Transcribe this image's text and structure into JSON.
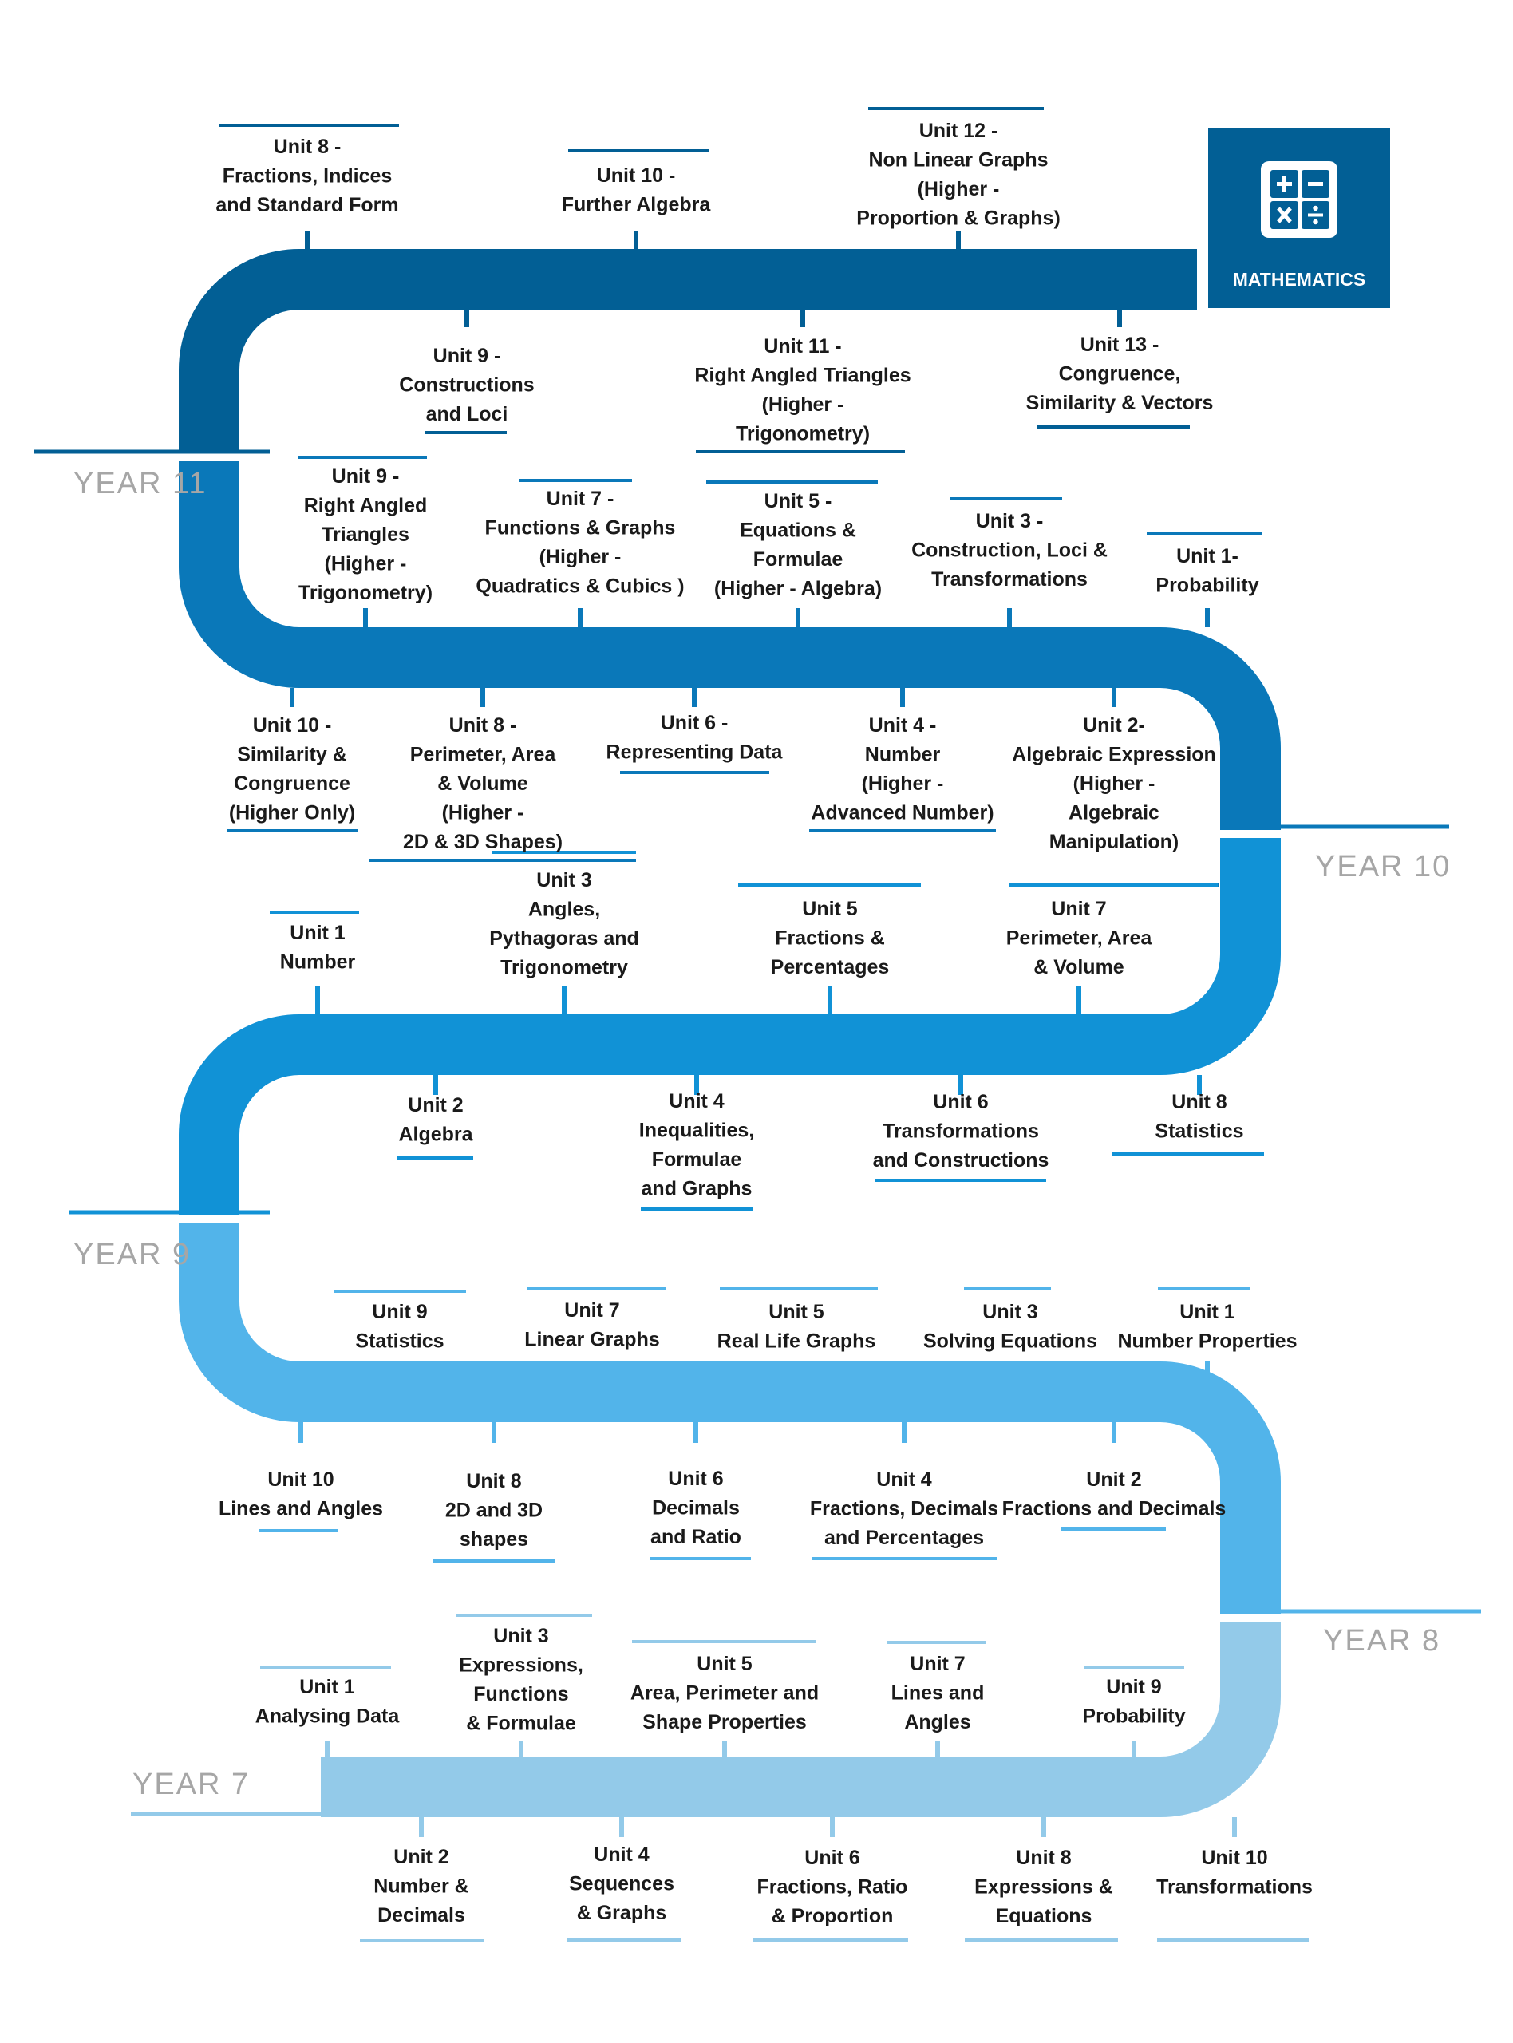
{
  "badge": {
    "label": "MATHEMATICS",
    "icon": "calculator-icon"
  },
  "colors": {
    "y11": "#025f95",
    "y10": "#0a78b9",
    "y9": "#1192d6",
    "y8": "#52b4ea",
    "y7": "#93cae9",
    "year_label": "#a6a6a6",
    "text": "#1a1a1a",
    "badge_bg": "#025f95"
  },
  "years": [
    {
      "id": "y11",
      "label": "YEAR 11"
    },
    {
      "id": "y10",
      "label": "YEAR 10"
    },
    {
      "id": "y9",
      "label": "YEAR 9"
    },
    {
      "id": "y8",
      "label": "YEAR 8"
    },
    {
      "id": "y7",
      "label": "YEAR 7"
    }
  ],
  "units": [
    {
      "year": "y11",
      "lines": [
        "Unit 8 -",
        "Fractions, Indices",
        "and Standard Form"
      ]
    },
    {
      "year": "y11",
      "lines": [
        "Unit 10 -",
        "Further Algebra"
      ]
    },
    {
      "year": "y11",
      "lines": [
        "Unit 12 -",
        "Non Linear Graphs",
        "(Higher -",
        "Proportion & Graphs)"
      ]
    },
    {
      "year": "y11",
      "lines": [
        "Unit 9 -",
        "Constructions",
        "and Loci"
      ]
    },
    {
      "year": "y11",
      "lines": [
        "Unit 11 -",
        "Right Angled Triangles",
        "(Higher -",
        "Trigonometry)"
      ]
    },
    {
      "year": "y11",
      "lines": [
        "Unit 13 -",
        "Congruence,",
        "Similarity & Vectors"
      ]
    },
    {
      "year": "y10",
      "lines": [
        "Unit 9 -",
        "Right Angled",
        "Triangles",
        "(Higher -",
        "Trigonometry)"
      ]
    },
    {
      "year": "y10",
      "lines": [
        "Unit 7 -",
        "Functions & Graphs",
        "(Higher -",
        "Quadratics & Cubics )"
      ]
    },
    {
      "year": "y10",
      "lines": [
        "Unit 5 -",
        "Equations &",
        "Formulae",
        "(Higher -  Algebra)"
      ]
    },
    {
      "year": "y10",
      "lines": [
        "Unit 3 -",
        "Construction, Loci &",
        "Transformations"
      ]
    },
    {
      "year": "y10",
      "lines": [
        "Unit 1-",
        "Probability"
      ]
    },
    {
      "year": "y10",
      "lines": [
        "Unit 10 -",
        "Similarity &",
        "Congruence",
        "(Higher Only)"
      ]
    },
    {
      "year": "y10",
      "lines": [
        "Unit 8 -",
        "Perimeter, Area",
        "& Volume",
        "(Higher -",
        "2D & 3D Shapes)"
      ]
    },
    {
      "year": "y10",
      "lines": [
        "Unit 6 -",
        "Representing Data"
      ]
    },
    {
      "year": "y10",
      "lines": [
        "Unit 4 -",
        "Number",
        "(Higher -",
        "Advanced Number)"
      ]
    },
    {
      "year": "y10",
      "lines": [
        "Unit 2-",
        "Algebraic Expression",
        "(Higher -",
        "Algebraic",
        "Manipulation)"
      ]
    },
    {
      "year": "y9",
      "lines": [
        "Unit 1",
        "Number"
      ]
    },
    {
      "year": "y9",
      "lines": [
        "Unit 3",
        "Angles,",
        "Pythagoras and",
        "Trigonometry"
      ]
    },
    {
      "year": "y9",
      "lines": [
        "Unit 5",
        "Fractions &",
        "Percentages"
      ]
    },
    {
      "year": "y9",
      "lines": [
        "Unit 7",
        "Perimeter, Area",
        "& Volume"
      ]
    },
    {
      "year": "y9",
      "lines": [
        "Unit 2",
        "Algebra"
      ]
    },
    {
      "year": "y9",
      "lines": [
        "Unit 4",
        "Inequalities,",
        "Formulae",
        "and Graphs"
      ]
    },
    {
      "year": "y9",
      "lines": [
        "Unit 6",
        "Transformations",
        "and Constructions"
      ]
    },
    {
      "year": "y9",
      "lines": [
        "Unit 8",
        "Statistics"
      ]
    },
    {
      "year": "y8",
      "lines": [
        "Unit 9",
        "Statistics"
      ]
    },
    {
      "year": "y8",
      "lines": [
        "Unit 7",
        "Linear Graphs"
      ]
    },
    {
      "year": "y8",
      "lines": [
        "Unit 5",
        "Real Life Graphs"
      ]
    },
    {
      "year": "y8",
      "lines": [
        "Unit 3",
        "Solving Equations"
      ]
    },
    {
      "year": "y8",
      "lines": [
        "Unit 1",
        "Number Properties"
      ]
    },
    {
      "year": "y8",
      "lines": [
        "Unit 10",
        "Lines and Angles"
      ]
    },
    {
      "year": "y8",
      "lines": [
        "Unit 8",
        "2D and 3D",
        "shapes"
      ]
    },
    {
      "year": "y8",
      "lines": [
        "Unit 6",
        "Decimals",
        "and Ratio"
      ]
    },
    {
      "year": "y8",
      "lines": [
        "Unit 4",
        "Fractions, Decimals",
        "and Percentages"
      ]
    },
    {
      "year": "y8",
      "lines": [
        "Unit 2",
        "Fractions and Decimals"
      ]
    },
    {
      "year": "y7",
      "lines": [
        "Unit 1",
        "Analysing Data"
      ]
    },
    {
      "year": "y7",
      "lines": [
        "Unit 3",
        "Expressions,",
        "Functions",
        "& Formulae"
      ]
    },
    {
      "year": "y7",
      "lines": [
        "Unit 5",
        "Area, Perimeter and",
        "Shape Properties"
      ]
    },
    {
      "year": "y7",
      "lines": [
        "Unit 7",
        "Lines and",
        "Angles"
      ]
    },
    {
      "year": "y7",
      "lines": [
        "Unit 9",
        "Probability"
      ]
    },
    {
      "year": "y7",
      "lines": [
        "Unit 2",
        "Number &",
        "Decimals"
      ]
    },
    {
      "year": "y7",
      "lines": [
        "Unit 4",
        "Sequences",
        "& Graphs"
      ]
    },
    {
      "year": "y7",
      "lines": [
        "Unit 6",
        "Fractions, Ratio",
        "& Proportion"
      ]
    },
    {
      "year": "y7",
      "lines": [
        "Unit 8",
        "Expressions &",
        "Equations"
      ]
    },
    {
      "year": "y7",
      "lines": [
        "Unit 10",
        "Transformations"
      ]
    }
  ]
}
